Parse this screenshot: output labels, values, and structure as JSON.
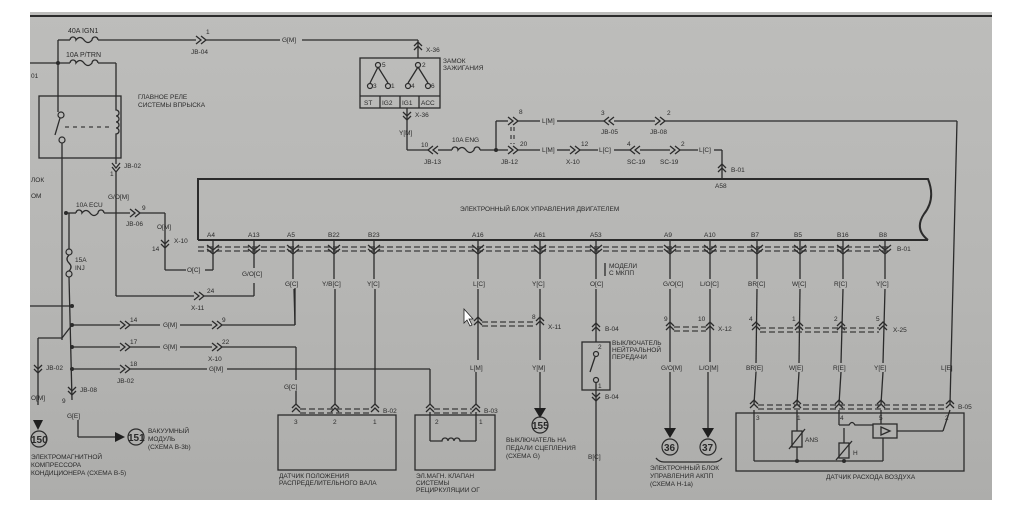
{
  "diagram": {
    "title": "ЭЛЕКТРОННЫЙ БЛОК УПРАВЛЕНИЯ ДВИГАТЕЛЕМ",
    "fuses": {
      "ign1": "40A IGN1",
      "ptrn": "10A P/TRN",
      "ecu": "10A ECU",
      "inj_amp": "15A",
      "inj_name": "INJ",
      "eng": "10A ENG"
    },
    "main_relay": {
      "line1": "ГЛАВНОЕ РЕЛЕ",
      "line2": "СИСТЕМЫ ВПРЫСКА"
    },
    "ignition_switch": {
      "line1": "ЗАМОК",
      "line2": "ЗАЖИГАНИЯ",
      "terminals": [
        "ST",
        "IG2",
        "IG1",
        "ACC"
      ],
      "pins": [
        "5",
        "3",
        "1",
        "2",
        "4",
        "6"
      ],
      "connector_top": "X-36",
      "connector_bottom": "X-36"
    },
    "left_fragments": {
      "a": "01",
      "b": "ЛОК",
      "c": "ОМ"
    },
    "top_wires": {
      "jb04_pin": "1",
      "jb04": "JB-04",
      "gm": "G[M]",
      "ym": "Y[M]",
      "jb13_pin": "10",
      "jb13": "JB-13",
      "jb12_pin_a": "8",
      "jb12_pin_b": "20",
      "jb12": "JB-12",
      "lm1": "L[M]",
      "lm2": "L[M]",
      "jb05_pin": "3",
      "jb05": "JB-05",
      "jb08_pin": "2",
      "jb08": "JB-08",
      "x10_pin": "12",
      "x10": "X-10",
      "lc1": "L[C]",
      "sc19a_pin": "4",
      "sc19a": "SC-19",
      "sc19b_pin": "2",
      "sc19b": "SC-19",
      "lc2": "L[C]",
      "b01": "B-01",
      "a58": "A58"
    },
    "left_wires": {
      "jb02_pin": "1",
      "jb02": "JB-02",
      "gom": "G/O[M]",
      "jb06_pin": "9",
      "jb06": "JB-06",
      "om": "O[M]",
      "x10_pin": "14",
      "x10": "X-10",
      "oc": "O[C]",
      "x11_pin": "24",
      "x11": "X-11",
      "goc": "G/O[C]",
      "r1_pin_a": "14",
      "r1_g": "G[M]",
      "r1_pin_b": "9",
      "r2_pin_a": "17",
      "r2_g": "G[M]",
      "r2_pin_b": "22",
      "r2_x10": "X-10",
      "r3_pin_a": "18",
      "r3_g": "G[M]",
      "r3_jb02": "JB-02",
      "jb02_left": "JB-02",
      "om_left": "O[M]",
      "jb08_pin": "9",
      "jb08": "JB-08",
      "ge": "G[E]"
    },
    "ecu_pins": [
      "A4",
      "A13",
      "A5",
      "B22",
      "B23",
      "A16",
      "A61",
      "A53",
      "A9",
      "A10",
      "B7",
      "B5",
      "B16",
      "B8"
    ],
    "ecu_connector": "B-01",
    "pin_wires": {
      "a5": "G[C]",
      "b22": "Y/B[C]",
      "b23": "Y[C]",
      "a16": "L[C]",
      "a61": "Y[C]",
      "a53": "O[C]",
      "a9": "G/O[C]",
      "a10": "L/O[C]",
      "b7": "BR[C]",
      "b5": "W[C]",
      "b16": "R[C]",
      "b8": "Y[C]"
    },
    "x11": {
      "pin": "8",
      "label": "X-11",
      "lm": "L[M]",
      "ym": "Y[M]"
    },
    "mt_note": {
      "line1": "МОДЕЛИ",
      "line2": "С МКПП"
    },
    "neutral_switch": {
      "line1": "ВЫКЛЮЧАТЕЛЬ",
      "line2": "НЕЙТРАЛЬНОЙ",
      "line3": "ПЕРЕДАЧИ",
      "connector": "B-04",
      "pin_top": "2",
      "pin_bottom": "1",
      "bc": "B[C]"
    },
    "x12": {
      "pin_a": "9",
      "pin_b": "10",
      "label": "X-12",
      "gom": "G/O[M]",
      "lom": "L/O[M]"
    },
    "x25": {
      "pins": [
        "4",
        "1",
        "2",
        "5"
      ],
      "label": "X-25",
      "wires": [
        "BR[E]",
        "W[E]",
        "R[E]",
        "Y[E]",
        "L[E]"
      ]
    },
    "b05": {
      "label": "B-05",
      "pins": [
        "3",
        "1",
        "4",
        "5",
        "2"
      ]
    },
    "cam_sensor": {
      "connector": "B-02",
      "pins": [
        "3",
        "2",
        "1"
      ],
      "gc": "G[C]",
      "line1": "ДАТЧИК ПОЛОЖЕНИЯ",
      "line2": "РАСПРЕДЕЛИТЕЛЬНОГО ВАЛА"
    },
    "egr_valve": {
      "connector": "B-03",
      "pins": [
        "2",
        "1"
      ],
      "line1": "ЭЛ.МАГН. КЛАПАН",
      "line2": "СИСТЕМЫ",
      "line3": "РЕЦИРКУЛЯЦИИ ОГ"
    },
    "maf_sensor": {
      "ans": "ANS",
      "h": "H",
      "label": "ДАТЧИК РАСХОДА ВОЗДУХА"
    },
    "references": [
      {
        "num": "150",
        "line1": "ЭЛЕКТРОМАГНИТНОЙ",
        "line2": "КОМПРЕССОРА",
        "line3": "КОНДИЦИОНЕРА (СХЕМА B-5)"
      },
      {
        "num": "151",
        "line1": "ВАКУУМНЫЙ",
        "line2": "МОДУЛЬ",
        "line3": "(СХЕМА B-3b)"
      },
      {
        "num": "155",
        "line1": "ВЫКЛЮЧАТЕЛЬ НА",
        "line2": "ПЕДАЛИ СЦЕПЛЕНИЯ",
        "line3": "(СХЕМА G)"
      },
      {
        "num": "36",
        "line1": "",
        "line2": "",
        "line3": ""
      },
      {
        "num": "37",
        "line1": "ЭЛЕКТРОННЫЙ БЛОК",
        "line2": "УПРАВЛЕНИЯ АКПП",
        "line3": "(СХЕМА H-1a)"
      }
    ]
  }
}
